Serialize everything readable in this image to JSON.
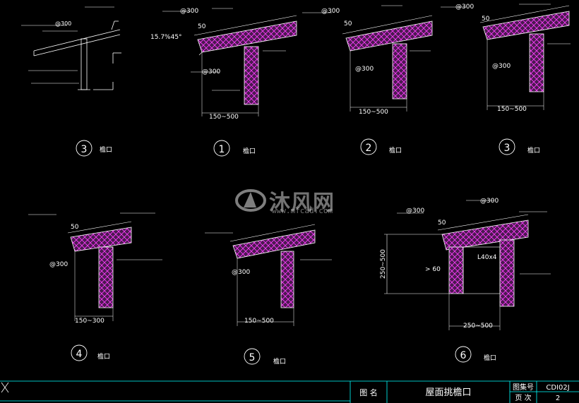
{
  "colors": {
    "background": "#000000",
    "lines": "#ffffff",
    "slab_fill": "#4a1a4f",
    "hatch": "#ff3dff",
    "accent": "#00ffff",
    "watermark": "#c8c8c8"
  },
  "dims": {
    "d150_500": "150~500",
    "d150_300": "150~300",
    "d250_500": "250~500",
    "d50": "50",
    "v250_500": "250~500",
    "gt60": "> 60"
  },
  "labels": {
    "spacing300": "@300",
    "slope": "15.7%45°",
    "angle_steel": "L40x4"
  },
  "details": [
    {
      "num": "3",
      "caption": "檐口"
    },
    {
      "num": "1",
      "caption": "檐口"
    },
    {
      "num": "2",
      "caption": "檐口"
    },
    {
      "num": "3",
      "caption": "檐口"
    },
    {
      "num": "4",
      "caption": "檐口"
    },
    {
      "num": "5",
      "caption": "檐口"
    },
    {
      "num": "6",
      "caption": "檐口"
    }
  ],
  "title_block": {
    "name_label": "图 名",
    "title": "屋面挑檐口",
    "atlas_label": "图集号",
    "atlas_value": "CDI02J",
    "page_label": "页 次",
    "page_value": "2"
  },
  "watermark": {
    "name": "沐风网",
    "url": "www.mfcad.com"
  },
  "icons": {
    "logo": "mfcad-logo-icon",
    "axis": "ucs-axis-icon"
  }
}
